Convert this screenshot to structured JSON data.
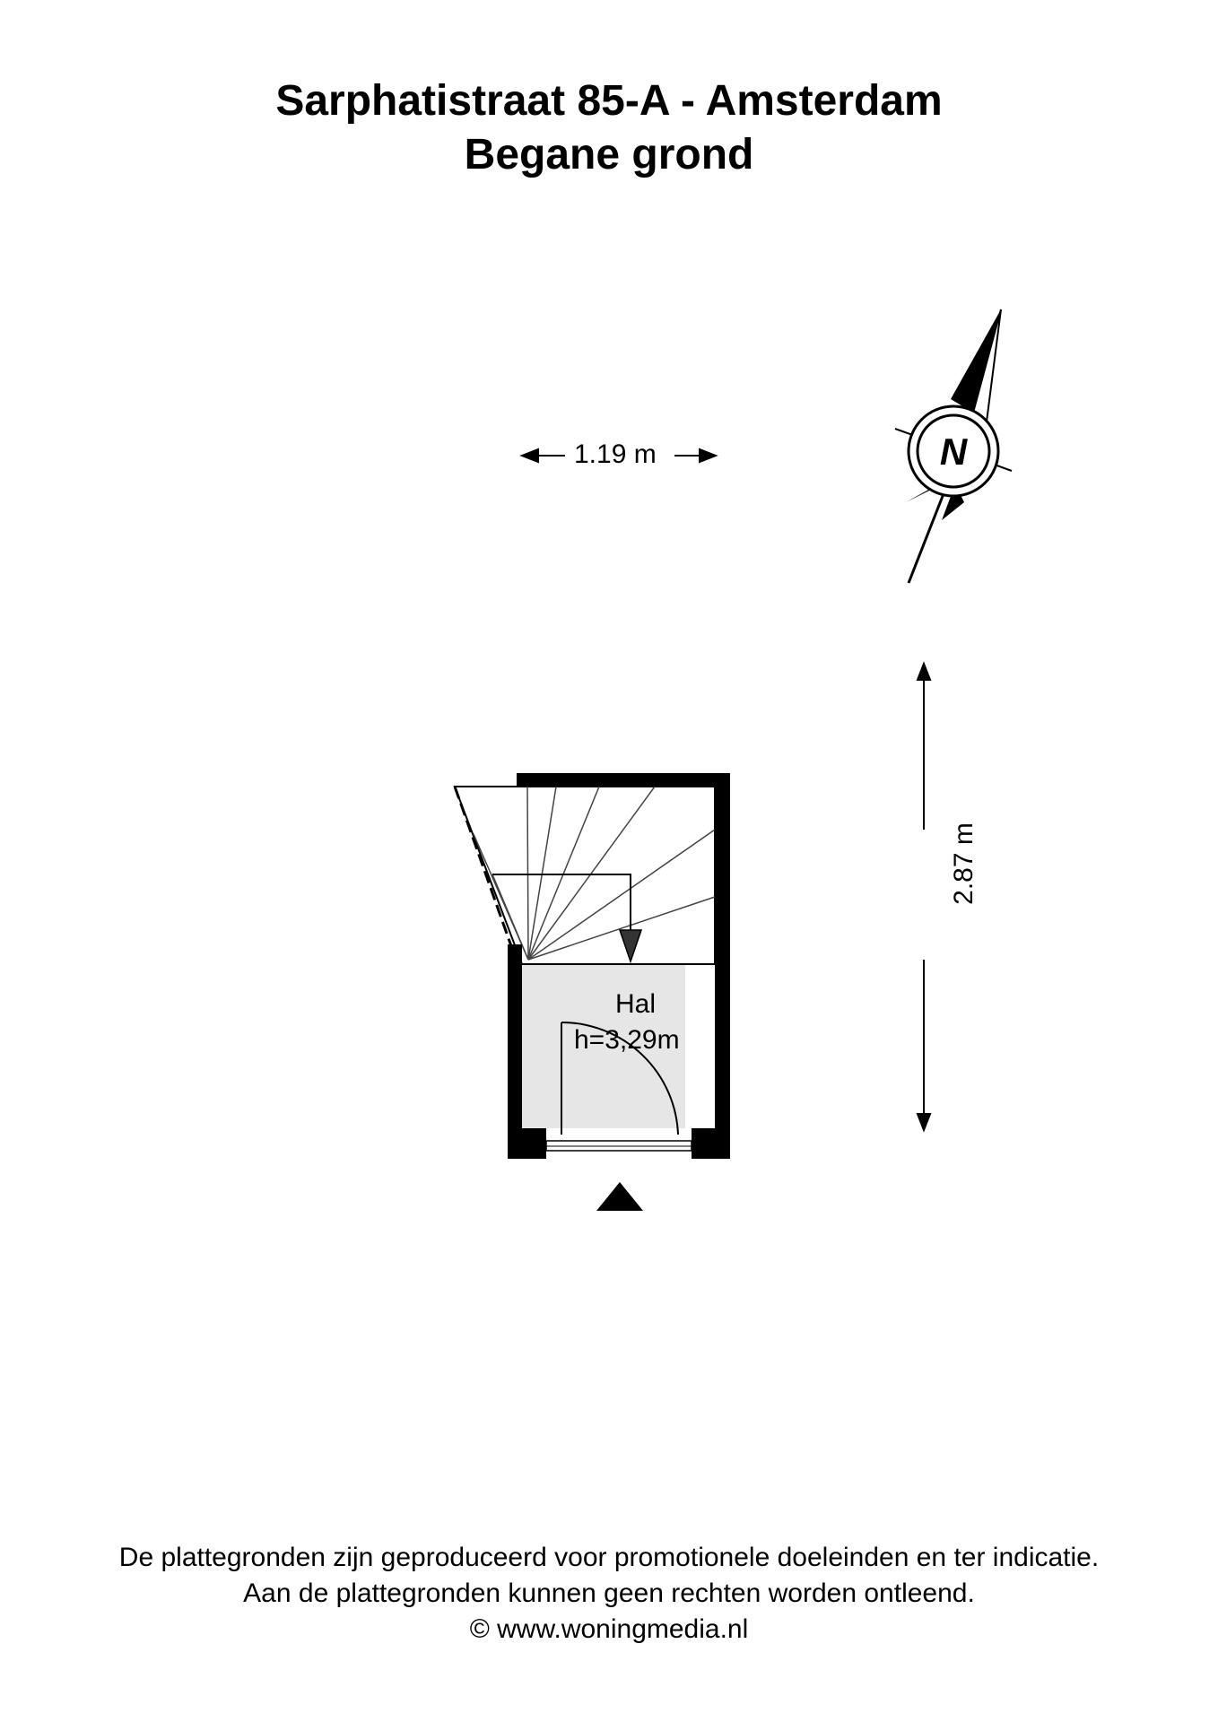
{
  "header": {
    "title": "Sarphatistraat 85-A - Amsterdam",
    "subtitle": "Begane grond"
  },
  "dimensions": {
    "width_label": "1.19 m",
    "length_label": "2.87 m"
  },
  "room": {
    "name": "Hal",
    "height": "h=3,29m"
  },
  "compass": {
    "letter": "N"
  },
  "footer": {
    "line1": "De plattegronden zijn geproduceerd voor promotionele doeleinden en ter indicatie.",
    "line2": "Aan de plattegronden kunnen geen rechten worden ontleend.",
    "line3": "© www.woningmedia.nl"
  }
}
